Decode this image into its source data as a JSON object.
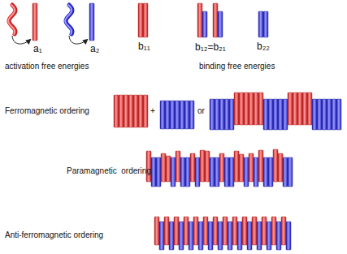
{
  "diagram": {
    "labels": [
      "a₁",
      "a₂",
      "activation free energies",
      "b₁₁",
      "b₁₂=b₂₁",
      "b₂₂",
      "binding free energies",
      "Ferromagnetic ordering",
      "+",
      "or",
      "Paramagnetic  ordering",
      "Anti-ferromagnetic ordering"
    ]
  }
}
